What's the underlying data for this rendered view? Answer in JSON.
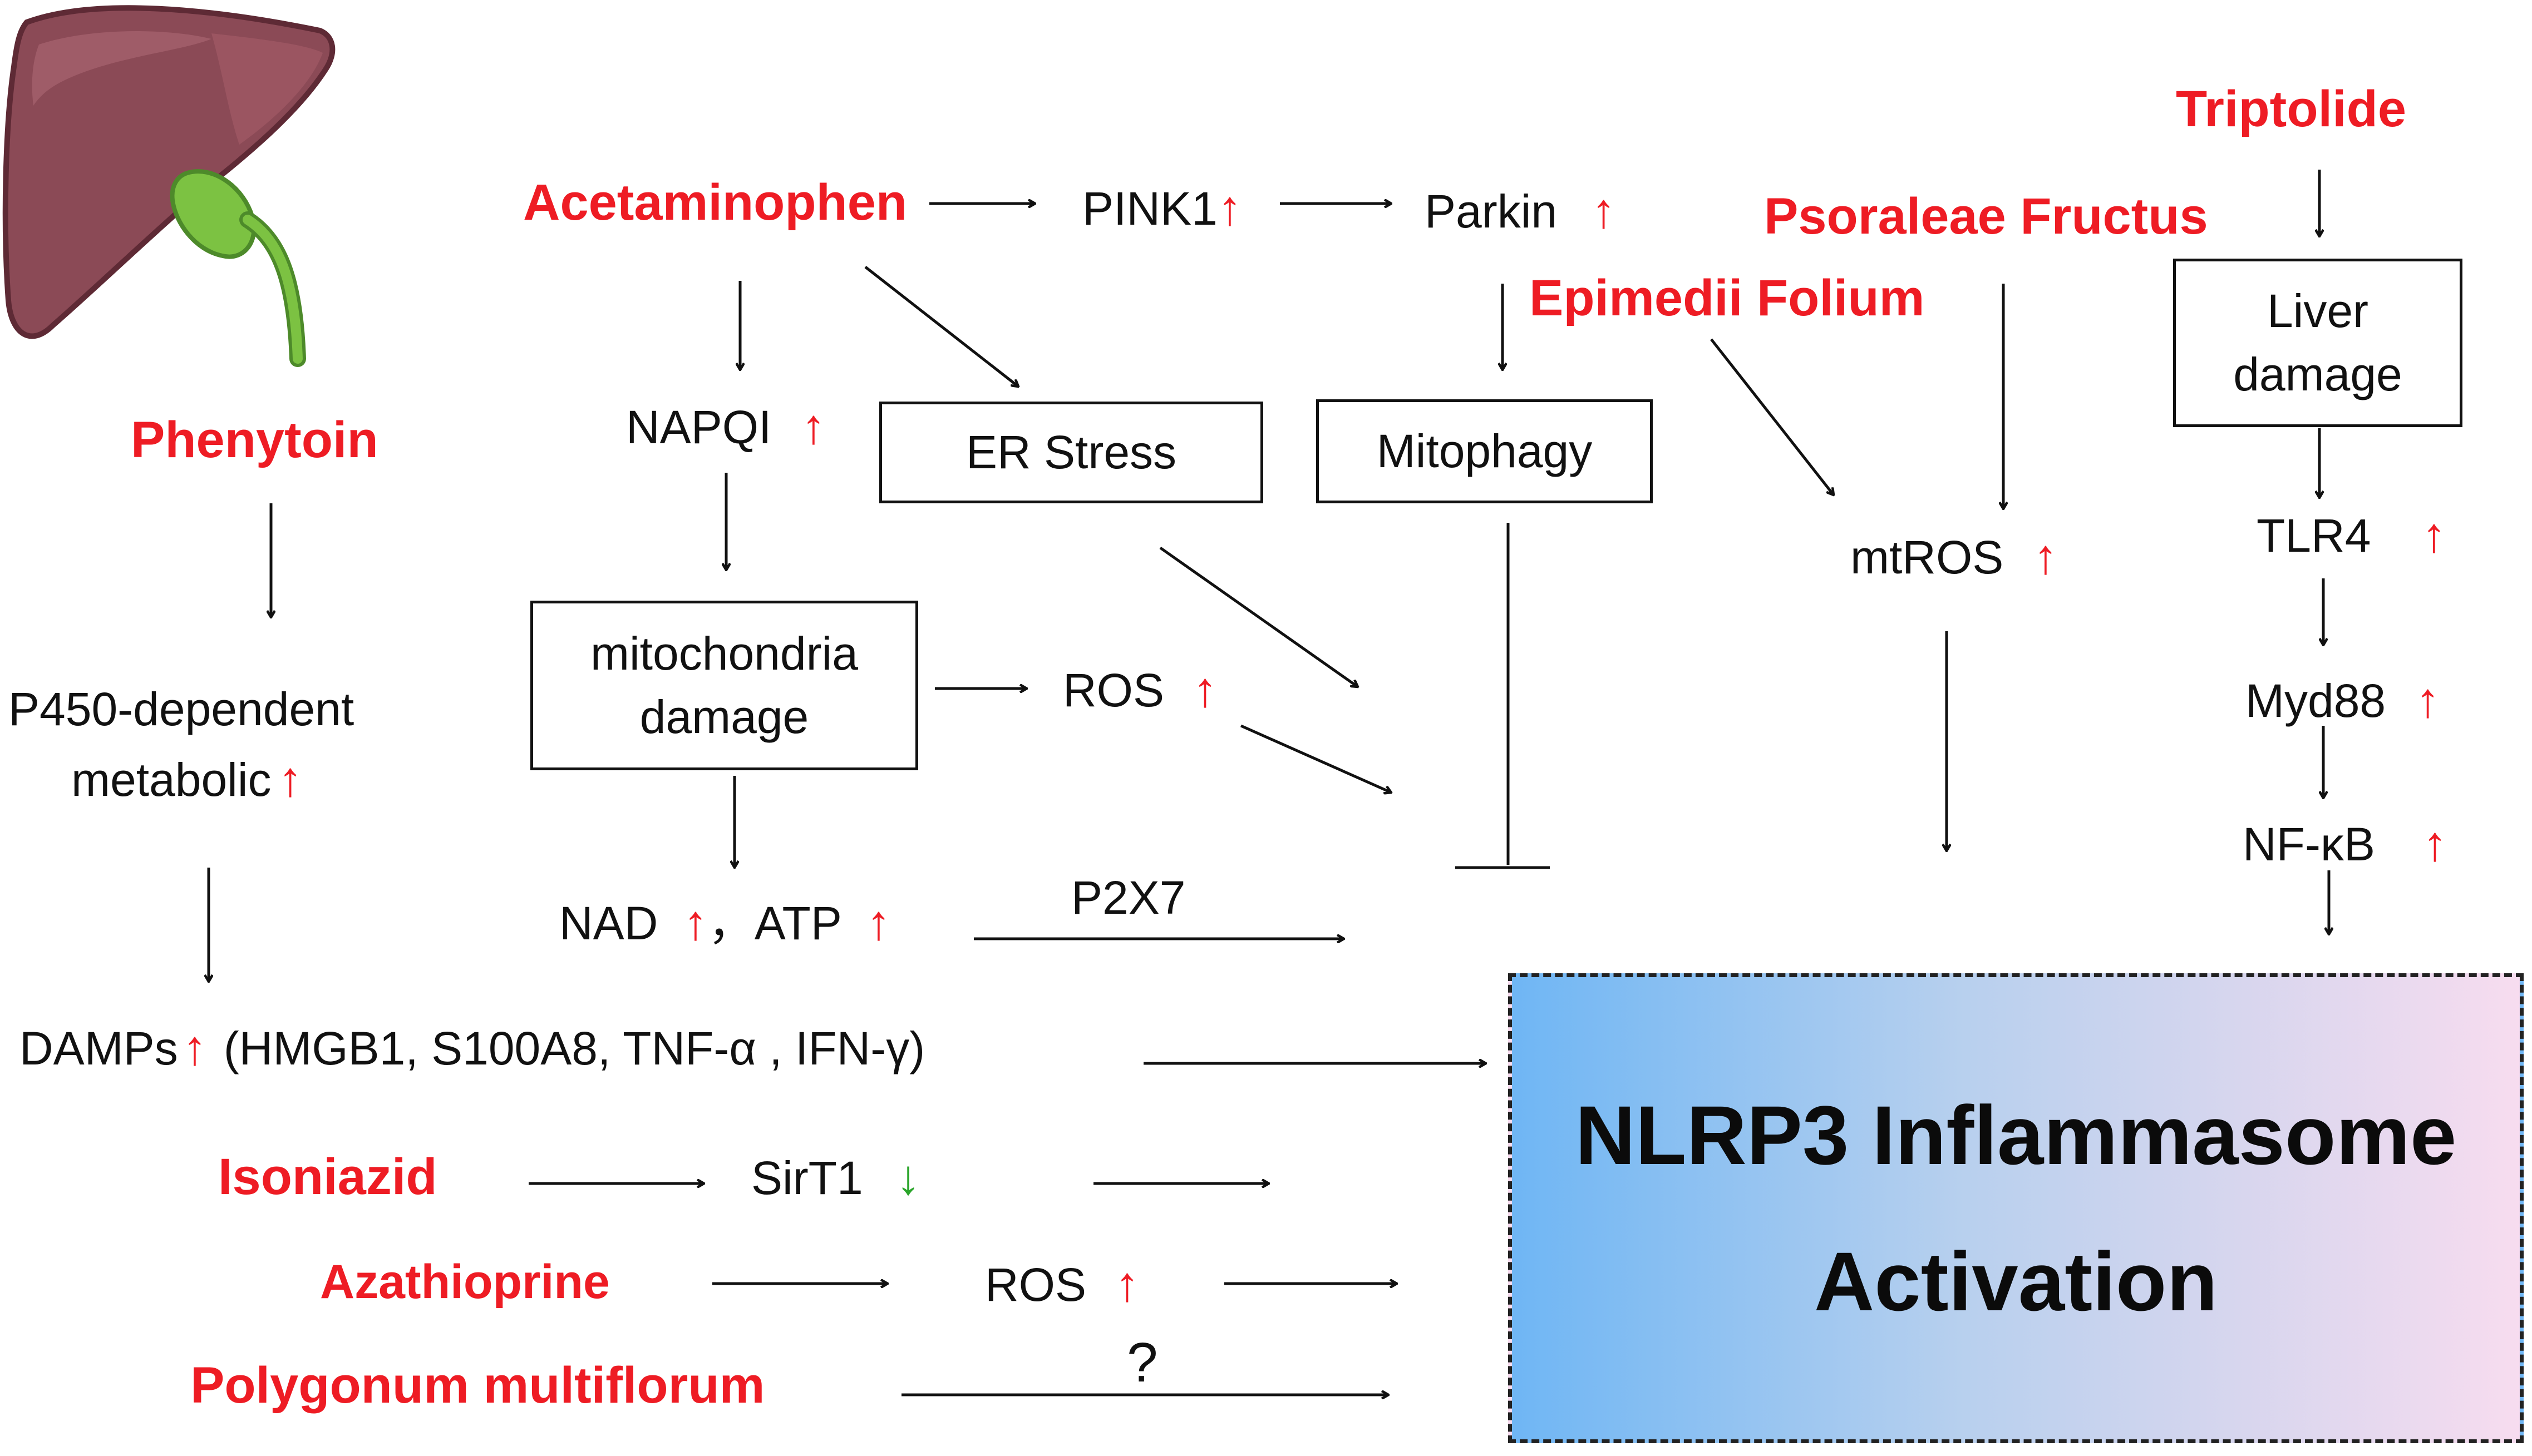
{
  "drugs": {
    "acetaminophen": "Acetaminophen",
    "phenytoin": "Phenytoin",
    "triptolide": "Triptolide",
    "psoraleae": "Psoraleae Fructus",
    "epimedii": "Epimedii Folium",
    "isoniazid": "Isoniazid",
    "azathioprine": "Azathioprine",
    "polygonum": "Polygonum multiflorum"
  },
  "nodes": {
    "pink1": "PINK1",
    "parkin": "Parkin",
    "napqi": "NAPQI",
    "er_stress": "ER Stress",
    "mitophagy": "Mitophagy",
    "mito_damage_1": "mitochondria",
    "mito_damage_2": "damage",
    "ros_1": "ROS",
    "nad": "NAD",
    "comma": "，",
    "atp": "ATP",
    "p2x7": "P2X7",
    "p450_1": "P450-dependent",
    "p450_2": "metabolic",
    "damps": "DAMPs",
    "damps_list": "(HMGB1, S100A8, TNF-α , IFN-γ)",
    "sirt1": "SirT1",
    "ros_2": "ROS",
    "question": "?",
    "mtros": "mtROS",
    "liver_damage_1": "Liver",
    "liver_damage_2": "damage",
    "tlr4": "TLR4",
    "myd88": "Myd88",
    "nfkb": "NF-κB"
  },
  "indicators": {
    "up": "↑",
    "down": "↓"
  },
  "outcome": {
    "line1": "NLRP3 Inflammasome",
    "line2": "Activation"
  },
  "colors": {
    "drug": "#ee1c24",
    "increase": "#ee1c24",
    "decrease": "#2aa52a",
    "gradient_left": "#6fb6f4",
    "gradient_right": "#f7dcef",
    "liver": "#8b4a56",
    "gallbladder": "#7cc242"
  },
  "icons": [
    "liver-illustration"
  ]
}
